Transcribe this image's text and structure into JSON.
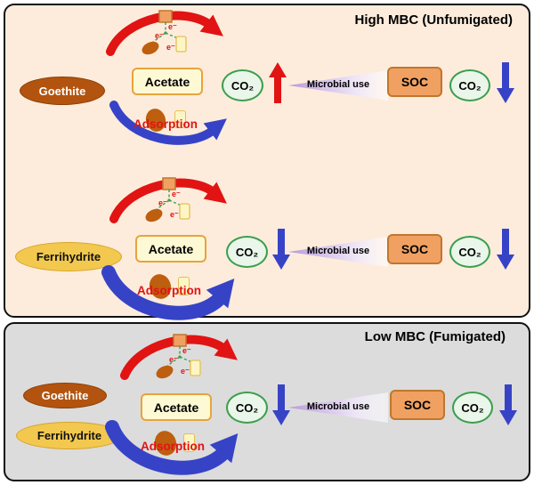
{
  "colors": {
    "top-bg": "#fdecdc",
    "bottom-bg": "#dcdcdc",
    "border": "#111111",
    "red": "#e21313",
    "blue": "#3743c6",
    "goethite": "#b2540f",
    "goethite-border": "#8d3e07",
    "ferrihydrite": "#f2c84e",
    "ferrihydrite-border": "#d8a32c",
    "acetate-bg": "#fdf9d4",
    "acetate-border": "#e8a33d",
    "co2-bg": "#eaf6ea",
    "co2-border": "#3c9e4d",
    "soc-bg": "#f0a162",
    "soc-border": "#c0762e",
    "wedge": "#b99bd9",
    "microbe": "#bd5f0f",
    "pale-rect": "#fdf6c4",
    "pale-rect-border": "#e2bf56",
    "green": "#3c9e4d"
  },
  "electron": "e⁻",
  "top_panel": {
    "title": "High MBC (Unfumigated)",
    "row1": {
      "mineral": "Goethite",
      "substrate": "Acetate",
      "adsorption": "Adsorption",
      "co2_left": "CO₂",
      "co2_left_trend": "increase",
      "process": "Microbial use",
      "soc": "SOC",
      "co2_right": "CO₂",
      "co2_right_trend": "decrease"
    },
    "row2": {
      "mineral": "Ferrihydrite",
      "substrate": "Acetate",
      "adsorption": "Adsorption",
      "co2_left": "CO₂",
      "co2_left_trend": "decrease",
      "process": "Microbial use",
      "soc": "SOC",
      "co2_right": "CO₂",
      "co2_right_trend": "decrease"
    }
  },
  "bottom_panel": {
    "title": "Low MBC (Fumigated)",
    "row": {
      "mineral1": "Goethite",
      "mineral2": "Ferrihydrite",
      "substrate": "Acetate",
      "adsorption": "Adsorption",
      "co2_left": "CO₂",
      "co2_left_trend": "decrease",
      "process": "Microbial use",
      "soc": "SOC",
      "co2_right": "CO₂",
      "co2_right_trend": "decrease"
    }
  }
}
